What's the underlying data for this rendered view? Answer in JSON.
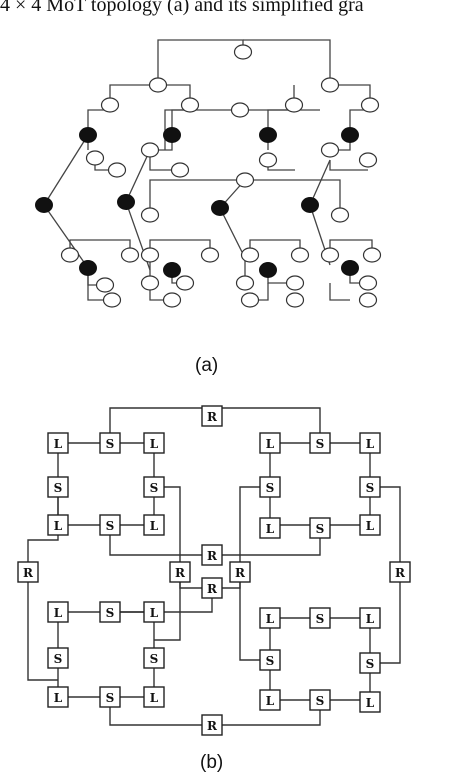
{
  "caption": "4 × 4 MoT topology (a) and its simplified gra",
  "figure_a": {
    "label": "(a)"
  },
  "figure_b": {
    "label": "(b)",
    "node_letters": {
      "root": "R",
      "switch": "S",
      "leaf": "L"
    }
  }
}
